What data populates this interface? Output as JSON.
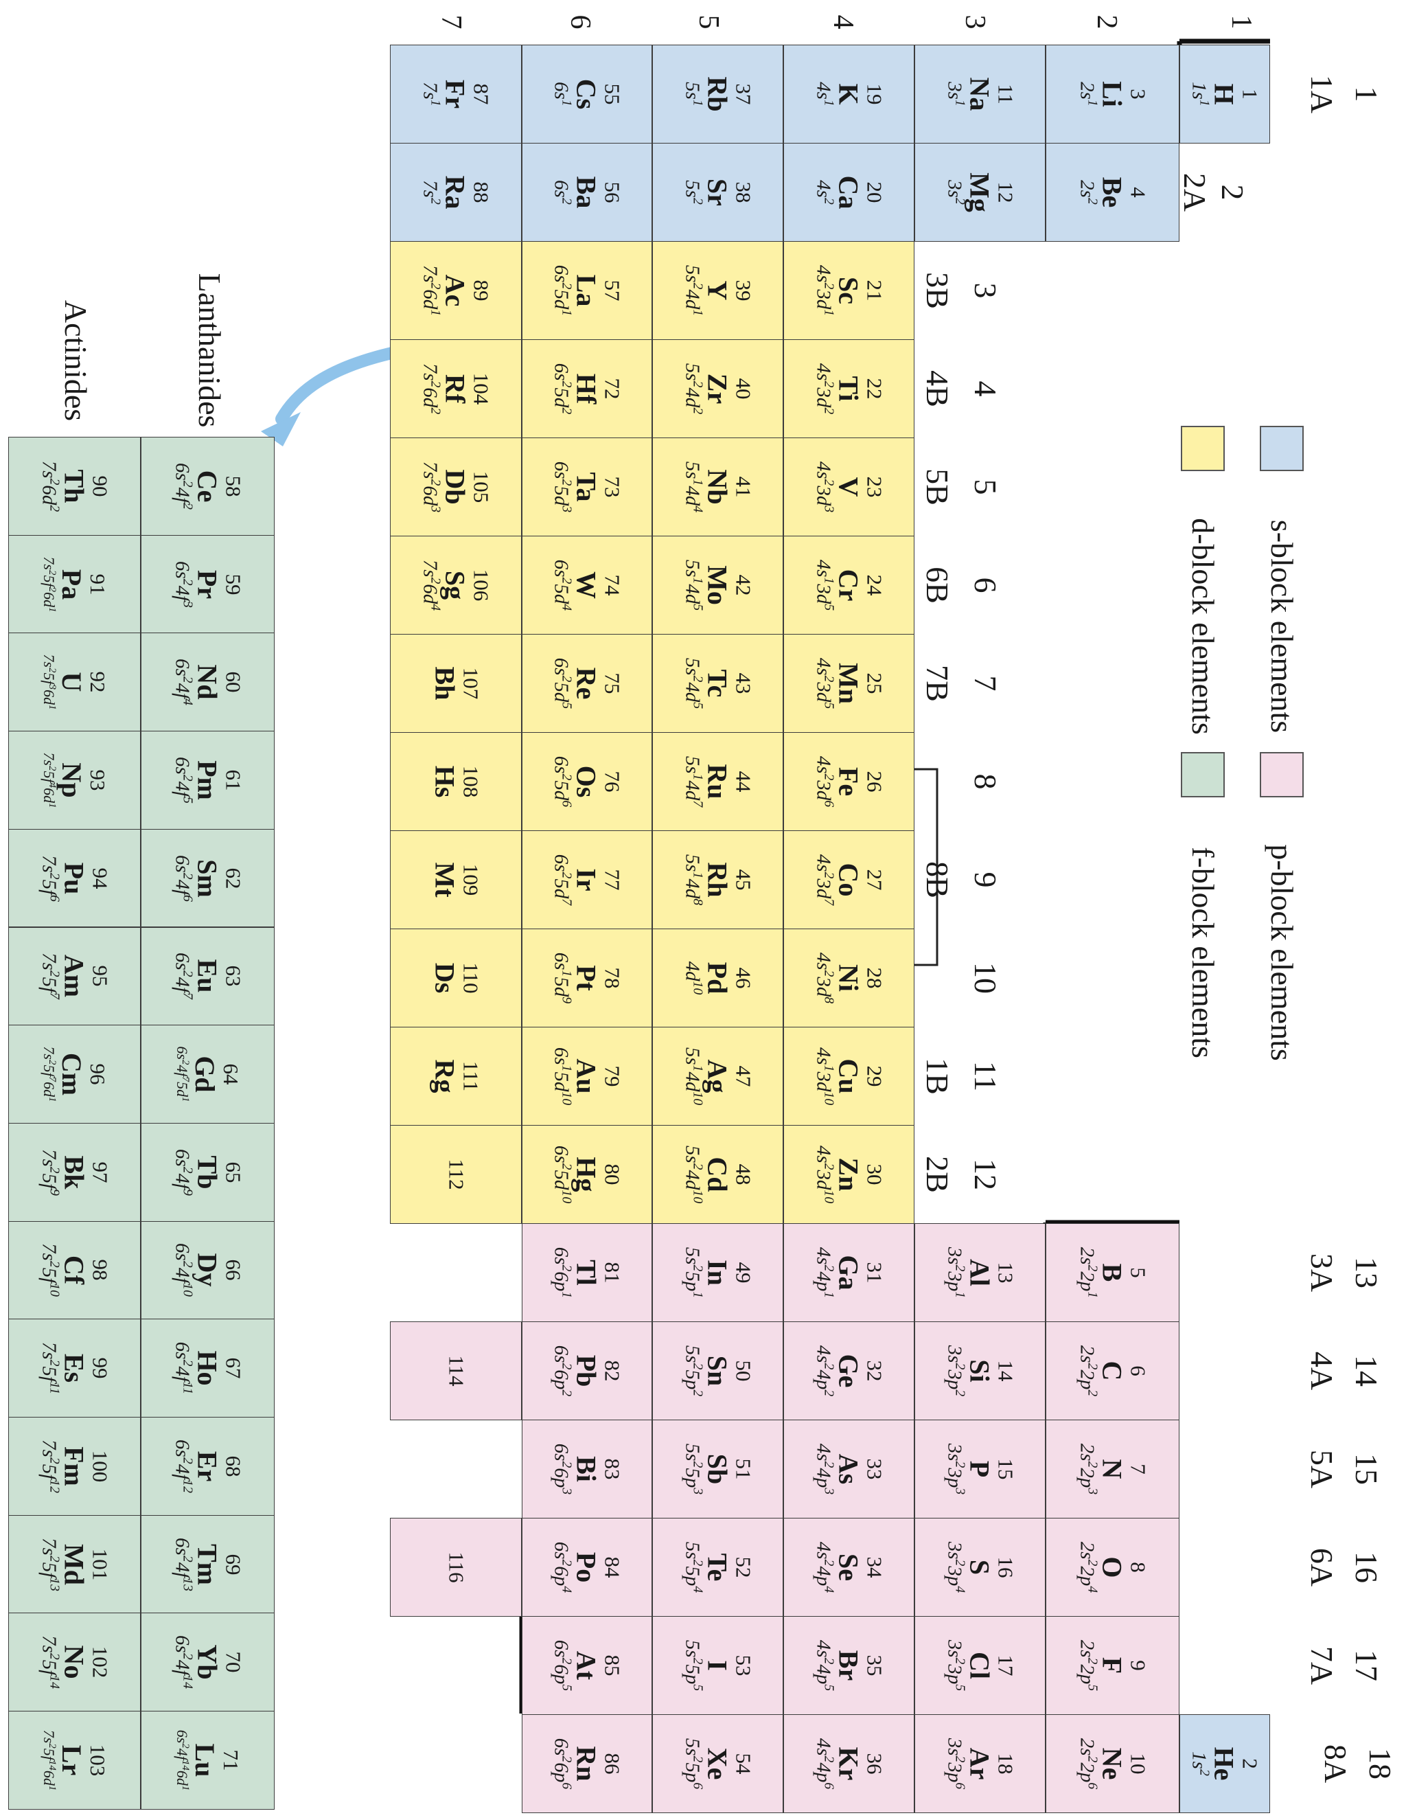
{
  "colors": {
    "s_block": "#c9dcee",
    "p_block": "#f4dde8",
    "d_block": "#fdf2a6",
    "f_block": "#cce1d3",
    "border": "#3c3c3c",
    "arrow": "#8fc3ea"
  },
  "legend": [
    {
      "label": "s-block elements",
      "block": "s"
    },
    {
      "label": "p-block elements",
      "block": "p"
    },
    {
      "label": "d-block elements",
      "block": "d"
    },
    {
      "label": "f-block elements",
      "block": "f"
    }
  ],
  "periods": [
    "1",
    "2",
    "3",
    "4",
    "5",
    "6",
    "7"
  ],
  "groups": [
    {
      "num": "1",
      "label": "1A"
    },
    {
      "num": "2",
      "label": "2A"
    },
    {
      "num": "3",
      "label": "3B"
    },
    {
      "num": "4",
      "label": "4B"
    },
    {
      "num": "5",
      "label": "5B"
    },
    {
      "num": "6",
      "label": "6B"
    },
    {
      "num": "7",
      "label": "7B"
    },
    {
      "num": "8",
      "label": ""
    },
    {
      "num": "9",
      "label": "8B"
    },
    {
      "num": "10",
      "label": ""
    },
    {
      "num": "11",
      "label": "1B"
    },
    {
      "num": "12",
      "label": "2B"
    },
    {
      "num": "13",
      "label": "3A"
    },
    {
      "num": "14",
      "label": "4A"
    },
    {
      "num": "15",
      "label": "5A"
    },
    {
      "num": "16",
      "label": "6A"
    },
    {
      "num": "17",
      "label": "7A"
    },
    {
      "num": "18",
      "label": "8A"
    }
  ],
  "series_labels": {
    "lanthanides": "Lanthanides",
    "actinides": "Actinides"
  },
  "elements": [
    {
      "p": 1,
      "g": 1,
      "z": "1",
      "s": "H",
      "c": "1s^1",
      "b": "s"
    },
    {
      "p": 1,
      "g": 18,
      "z": "2",
      "s": "He",
      "c": "1s^2",
      "b": "s"
    },
    {
      "p": 2,
      "g": 1,
      "z": "3",
      "s": "Li",
      "c": "2s^1",
      "b": "s"
    },
    {
      "p": 2,
      "g": 2,
      "z": "4",
      "s": "Be",
      "c": "2s^2",
      "b": "s"
    },
    {
      "p": 2,
      "g": 13,
      "z": "5",
      "s": "B",
      "c": "2s^2 2p^1",
      "b": "p"
    },
    {
      "p": 2,
      "g": 14,
      "z": "6",
      "s": "C",
      "c": "2s^2 2p^2",
      "b": "p"
    },
    {
      "p": 2,
      "g": 15,
      "z": "7",
      "s": "N",
      "c": "2s^2 2p^3",
      "b": "p"
    },
    {
      "p": 2,
      "g": 16,
      "z": "8",
      "s": "O",
      "c": "2s^2 2p^4",
      "b": "p"
    },
    {
      "p": 2,
      "g": 17,
      "z": "9",
      "s": "F",
      "c": "2s^2 2p^5",
      "b": "p"
    },
    {
      "p": 2,
      "g": 18,
      "z": "10",
      "s": "Ne",
      "c": "2s^2 2p^6",
      "b": "p"
    },
    {
      "p": 3,
      "g": 1,
      "z": "11",
      "s": "Na",
      "c": "3s^1",
      "b": "s"
    },
    {
      "p": 3,
      "g": 2,
      "z": "12",
      "s": "Mg",
      "c": "3s^2",
      "b": "s"
    },
    {
      "p": 3,
      "g": 13,
      "z": "13",
      "s": "Al",
      "c": "3s^2 3p^1",
      "b": "p"
    },
    {
      "p": 3,
      "g": 14,
      "z": "14",
      "s": "Si",
      "c": "3s^2 3p^2",
      "b": "p"
    },
    {
      "p": 3,
      "g": 15,
      "z": "15",
      "s": "P",
      "c": "3s^2 3p^3",
      "b": "p"
    },
    {
      "p": 3,
      "g": 16,
      "z": "16",
      "s": "S",
      "c": "3s^2 3p^4",
      "b": "p"
    },
    {
      "p": 3,
      "g": 17,
      "z": "17",
      "s": "Cl",
      "c": "3s^2 3p^5",
      "b": "p"
    },
    {
      "p": 3,
      "g": 18,
      "z": "18",
      "s": "Ar",
      "c": "3s^2 3p^6",
      "b": "p"
    },
    {
      "p": 4,
      "g": 1,
      "z": "19",
      "s": "K",
      "c": "4s^1",
      "b": "s"
    },
    {
      "p": 4,
      "g": 2,
      "z": "20",
      "s": "Ca",
      "c": "4s^2",
      "b": "s"
    },
    {
      "p": 4,
      "g": 3,
      "z": "21",
      "s": "Sc",
      "c": "4s^2 3d^1",
      "b": "d"
    },
    {
      "p": 4,
      "g": 4,
      "z": "22",
      "s": "Ti",
      "c": "4s^2 3d^2",
      "b": "d"
    },
    {
      "p": 4,
      "g": 5,
      "z": "23",
      "s": "V",
      "c": "4s^2 3d^3",
      "b": "d"
    },
    {
      "p": 4,
      "g": 6,
      "z": "24",
      "s": "Cr",
      "c": "4s^1 3d^5",
      "b": "d"
    },
    {
      "p": 4,
      "g": 7,
      "z": "25",
      "s": "Mn",
      "c": "4s^2 3d^5",
      "b": "d"
    },
    {
      "p": 4,
      "g": 8,
      "z": "26",
      "s": "Fe",
      "c": "4s^2 3d^6",
      "b": "d"
    },
    {
      "p": 4,
      "g": 9,
      "z": "27",
      "s": "Co",
      "c": "4s^2 3d^7",
      "b": "d"
    },
    {
      "p": 4,
      "g": 10,
      "z": "28",
      "s": "Ni",
      "c": "4s^2 3d^8",
      "b": "d"
    },
    {
      "p": 4,
      "g": 11,
      "z": "29",
      "s": "Cu",
      "c": "4s^1 3d^10",
      "b": "d"
    },
    {
      "p": 4,
      "g": 12,
      "z": "30",
      "s": "Zn",
      "c": "4s^2 3d^10",
      "b": "d"
    },
    {
      "p": 4,
      "g": 13,
      "z": "31",
      "s": "Ga",
      "c": "4s^2 4p^1",
      "b": "p"
    },
    {
      "p": 4,
      "g": 14,
      "z": "32",
      "s": "Ge",
      "c": "4s^2 4p^2",
      "b": "p"
    },
    {
      "p": 4,
      "g": 15,
      "z": "33",
      "s": "As",
      "c": "4s^2 4p^3",
      "b": "p"
    },
    {
      "p": 4,
      "g": 16,
      "z": "34",
      "s": "Se",
      "c": "4s^2 4p^4",
      "b": "p"
    },
    {
      "p": 4,
      "g": 17,
      "z": "35",
      "s": "Br",
      "c": "4s^2 4p^5",
      "b": "p"
    },
    {
      "p": 4,
      "g": 18,
      "z": "36",
      "s": "Kr",
      "c": "4s^2 4p^6",
      "b": "p"
    },
    {
      "p": 5,
      "g": 1,
      "z": "37",
      "s": "Rb",
      "c": "5s^1",
      "b": "s"
    },
    {
      "p": 5,
      "g": 2,
      "z": "38",
      "s": "Sr",
      "c": "5s^2",
      "b": "s"
    },
    {
      "p": 5,
      "g": 3,
      "z": "39",
      "s": "Y",
      "c": "5s^2 4d^1",
      "b": "d"
    },
    {
      "p": 5,
      "g": 4,
      "z": "40",
      "s": "Zr",
      "c": "5s^2 4d^2",
      "b": "d"
    },
    {
      "p": 5,
      "g": 5,
      "z": "41",
      "s": "Nb",
      "c": "5s^1 4d^4",
      "b": "d"
    },
    {
      "p": 5,
      "g": 6,
      "z": "42",
      "s": "Mo",
      "c": "5s^1 4d^5",
      "b": "d"
    },
    {
      "p": 5,
      "g": 7,
      "z": "43",
      "s": "Tc",
      "c": "5s^2 4d^5",
      "b": "d"
    },
    {
      "p": 5,
      "g": 8,
      "z": "44",
      "s": "Ru",
      "c": "5s^1 4d^7",
      "b": "d"
    },
    {
      "p": 5,
      "g": 9,
      "z": "45",
      "s": "Rh",
      "c": "5s^1 4d^8",
      "b": "d"
    },
    {
      "p": 5,
      "g": 10,
      "z": "46",
      "s": "Pd",
      "c": "4d^10",
      "b": "d"
    },
    {
      "p": 5,
      "g": 11,
      "z": "47",
      "s": "Ag",
      "c": "5s^1 4d^10",
      "b": "d"
    },
    {
      "p": 5,
      "g": 12,
      "z": "48",
      "s": "Cd",
      "c": "5s^2 4d^10",
      "b": "d"
    },
    {
      "p": 5,
      "g": 13,
      "z": "49",
      "s": "In",
      "c": "5s^2 5p^1",
      "b": "p"
    },
    {
      "p": 5,
      "g": 14,
      "z": "50",
      "s": "Sn",
      "c": "5s^2 5p^2",
      "b": "p"
    },
    {
      "p": 5,
      "g": 15,
      "z": "51",
      "s": "Sb",
      "c": "5s^2 5p^3",
      "b": "p"
    },
    {
      "p": 5,
      "g": 16,
      "z": "52",
      "s": "Te",
      "c": "5s^2 5p^4",
      "b": "p"
    },
    {
      "p": 5,
      "g": 17,
      "z": "53",
      "s": "I",
      "c": "5s^2 5p^5",
      "b": "p"
    },
    {
      "p": 5,
      "g": 18,
      "z": "54",
      "s": "Xe",
      "c": "5s^2 5p^6",
      "b": "p"
    },
    {
      "p": 6,
      "g": 1,
      "z": "55",
      "s": "Cs",
      "c": "6s^1",
      "b": "s"
    },
    {
      "p": 6,
      "g": 2,
      "z": "56",
      "s": "Ba",
      "c": "6s^2",
      "b": "s"
    },
    {
      "p": 6,
      "g": 3,
      "z": "57",
      "s": "La",
      "c": "6s^2 5d^1",
      "b": "d"
    },
    {
      "p": 6,
      "g": 4,
      "z": "72",
      "s": "Hf",
      "c": "6s^2 5d^2",
      "b": "d"
    },
    {
      "p": 6,
      "g": 5,
      "z": "73",
      "s": "Ta",
      "c": "6s^2 5d^3",
      "b": "d"
    },
    {
      "p": 6,
      "g": 6,
      "z": "74",
      "s": "W",
      "c": "6s^2 5d^4",
      "b": "d"
    },
    {
      "p": 6,
      "g": 7,
      "z": "75",
      "s": "Re",
      "c": "6s^2 5d^5",
      "b": "d"
    },
    {
      "p": 6,
      "g": 8,
      "z": "76",
      "s": "Os",
      "c": "6s^2 5d^6",
      "b": "d"
    },
    {
      "p": 6,
      "g": 9,
      "z": "77",
      "s": "Ir",
      "c": "6s^2 5d^7",
      "b": "d"
    },
    {
      "p": 6,
      "g": 10,
      "z": "78",
      "s": "Pt",
      "c": "6s^1 5d^9",
      "b": "d"
    },
    {
      "p": 6,
      "g": 11,
      "z": "79",
      "s": "Au",
      "c": "6s^1 5d^10",
      "b": "d"
    },
    {
      "p": 6,
      "g": 12,
      "z": "80",
      "s": "Hg",
      "c": "6s^2 5d^10",
      "b": "d"
    },
    {
      "p": 6,
      "g": 13,
      "z": "81",
      "s": "Tl",
      "c": "6s^2 6p^1",
      "b": "p"
    },
    {
      "p": 6,
      "g": 14,
      "z": "82",
      "s": "Pb",
      "c": "6s^2 6p^2",
      "b": "p"
    },
    {
      "p": 6,
      "g": 15,
      "z": "83",
      "s": "Bi",
      "c": "6s^2 6p^3",
      "b": "p"
    },
    {
      "p": 6,
      "g": 16,
      "z": "84",
      "s": "Po",
      "c": "6s^2 6p^4",
      "b": "p"
    },
    {
      "p": 6,
      "g": 17,
      "z": "85",
      "s": "At",
      "c": "6s^2 6p^5",
      "b": "p"
    },
    {
      "p": 6,
      "g": 18,
      "z": "86",
      "s": "Rn",
      "c": "6s^2 6p^6",
      "b": "p"
    },
    {
      "p": 7,
      "g": 1,
      "z": "87",
      "s": "Fr",
      "c": "7s^1",
      "b": "s"
    },
    {
      "p": 7,
      "g": 2,
      "z": "88",
      "s": "Ra",
      "c": "7s^2",
      "b": "s"
    },
    {
      "p": 7,
      "g": 3,
      "z": "89",
      "s": "Ac",
      "c": "7s^2 6d^1",
      "b": "d"
    },
    {
      "p": 7,
      "g": 4,
      "z": "104",
      "s": "Rf",
      "c": "7s^2 6d^2",
      "b": "d"
    },
    {
      "p": 7,
      "g": 5,
      "z": "105",
      "s": "Db",
      "c": "7s^2 6d^3",
      "b": "d"
    },
    {
      "p": 7,
      "g": 6,
      "z": "106",
      "s": "Sg",
      "c": "7s^2 6d^4",
      "b": "d"
    },
    {
      "p": 7,
      "g": 7,
      "z": "107",
      "s": "Bh",
      "c": "",
      "b": "d"
    },
    {
      "p": 7,
      "g": 8,
      "z": "108",
      "s": "Hs",
      "c": "",
      "b": "d"
    },
    {
      "p": 7,
      "g": 9,
      "z": "109",
      "s": "Mt",
      "c": "",
      "b": "d"
    },
    {
      "p": 7,
      "g": 10,
      "z": "110",
      "s": "Ds",
      "c": "",
      "b": "d"
    },
    {
      "p": 7,
      "g": 11,
      "z": "111",
      "s": "Rg",
      "c": "",
      "b": "d"
    },
    {
      "p": 7,
      "g": 12,
      "z": "112",
      "s": "",
      "c": "",
      "b": "d"
    },
    {
      "p": 7,
      "g": 14,
      "z": "114",
      "s": "",
      "c": "",
      "b": "p"
    },
    {
      "p": 7,
      "g": 16,
      "z": "116",
      "s": "",
      "c": "",
      "b": "p"
    }
  ],
  "lanthanides": [
    {
      "z": "58",
      "s": "Ce",
      "c": "6s^2 4f^2"
    },
    {
      "z": "59",
      "s": "Pr",
      "c": "6s^2 4f^3"
    },
    {
      "z": "60",
      "s": "Nd",
      "c": "6s^2 4f^4"
    },
    {
      "z": "61",
      "s": "Pm",
      "c": "6s^2 4f^5"
    },
    {
      "z": "62",
      "s": "Sm",
      "c": "6s^2 4f^6"
    },
    {
      "z": "63",
      "s": "Eu",
      "c": "6s^2 4f^7"
    },
    {
      "z": "64",
      "s": "Gd",
      "c": "6s^2 4f^7 5d^1"
    },
    {
      "z": "65",
      "s": "Tb",
      "c": "6s^2 4f^9"
    },
    {
      "z": "66",
      "s": "Dy",
      "c": "6s^2 4f^10"
    },
    {
      "z": "67",
      "s": "Ho",
      "c": "6s^2 4f^11"
    },
    {
      "z": "68",
      "s": "Er",
      "c": "6s^2 4f^12"
    },
    {
      "z": "69",
      "s": "Tm",
      "c": "6s^2 4f^13"
    },
    {
      "z": "70",
      "s": "Yb",
      "c": "6s^2 4f^14"
    },
    {
      "z": "71",
      "s": "Lu",
      "c": "6s^2 4f^14 6d^1"
    }
  ],
  "actinides": [
    {
      "z": "90",
      "s": "Th",
      "c": "7s^2 6d^2"
    },
    {
      "z": "91",
      "s": "Pa",
      "c": "7s^2 5f^2 6d^1"
    },
    {
      "z": "92",
      "s": "U",
      "c": "7s^2 5f^3 6d^1"
    },
    {
      "z": "93",
      "s": "Np",
      "c": "7s^2 5f^4 6d^1"
    },
    {
      "z": "94",
      "s": "Pu",
      "c": "7s^2 5f^6"
    },
    {
      "z": "95",
      "s": "Am",
      "c": "7s^2 5f^7"
    },
    {
      "z": "96",
      "s": "Cm",
      "c": "7s^2 5f^7 6d^1"
    },
    {
      "z": "97",
      "s": "Bk",
      "c": "7s^2 5f^9"
    },
    {
      "z": "98",
      "s": "Cf",
      "c": "7s^2 5f^10"
    },
    {
      "z": "99",
      "s": "Es",
      "c": "7s^2 5f^11"
    },
    {
      "z": "100",
      "s": "Fm",
      "c": "7s^2 5f^12"
    },
    {
      "z": "101",
      "s": "Md",
      "c": "7s^2 5f^13"
    },
    {
      "z": "102",
      "s": "No",
      "c": "7s^2 5f^14"
    },
    {
      "z": "103",
      "s": "Lr",
      "c": "7s^2 5f^14 6d^1"
    }
  ]
}
